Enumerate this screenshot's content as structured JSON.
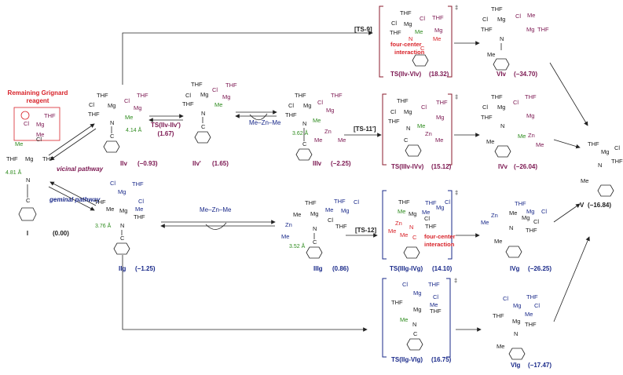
{
  "labels": {
    "remaining_grignard": "Remaining Grignard",
    "reagent": "reagent",
    "vicinal_pathway": "vicinal pathway",
    "geminal_pathway": "geminal pathway",
    "ts9": "[TS-9]",
    "ts11": "[TS-11']",
    "ts12": "[TS-12]",
    "four_center": "four-center",
    "interaction": "interaction",
    "dagger": "‡",
    "reagent_mezn": "Me–Zn–Me"
  },
  "species": {
    "I": {
      "name": "I",
      "energy": "(0.00)"
    },
    "Iv": {
      "name": "IIv",
      "energy": "(−0.93)"
    },
    "Ivp": {
      "name": "IIv'",
      "energy": "(1.65)"
    },
    "TSIv": {
      "name": "TS(IIv-IIv')",
      "energy": "(1.67)"
    },
    "IIIv": {
      "name": "IIIv",
      "energy": "(−2.25)"
    },
    "TS9": {
      "name": "TS(IIv-VIv)",
      "energy": "(18.32)"
    },
    "VIv": {
      "name": "VIv",
      "energy": "(−34.70)"
    },
    "TS11": {
      "name": "TS(IIIv-IVv)",
      "energy": "(15.12)"
    },
    "IVv": {
      "name": "IVv",
      "energy": "(−26.04)"
    },
    "V": {
      "name": "V",
      "energy": "(−16.84)"
    },
    "IIg": {
      "name": "IIg",
      "energy": "(−1.25)"
    },
    "IIIg": {
      "name": "IIIg",
      "energy": "(0.86)"
    },
    "TS12": {
      "name": "TS(IIIg-IVg)",
      "energy": "(14.10)"
    },
    "IVg": {
      "name": "IVg",
      "energy": "(−26.25)"
    },
    "TSVIg": {
      "name": "TS(IIg-VIg)",
      "energy": "(16.75)"
    },
    "VIg": {
      "name": "VIg",
      "energy": "(−17.47)"
    }
  },
  "distances": {
    "I": "4.81 Å",
    "IIv": "4.14 Å",
    "IIIv": "3.62 Å",
    "IIg": "3.76 Å",
    "IIIg": "3.52 Å"
  },
  "atoms": {
    "thf": "THF",
    "mg": "Mg",
    "cl": "Cl",
    "me": "Me",
    "zn": "Zn",
    "n": "N",
    "c": "C"
  }
}
